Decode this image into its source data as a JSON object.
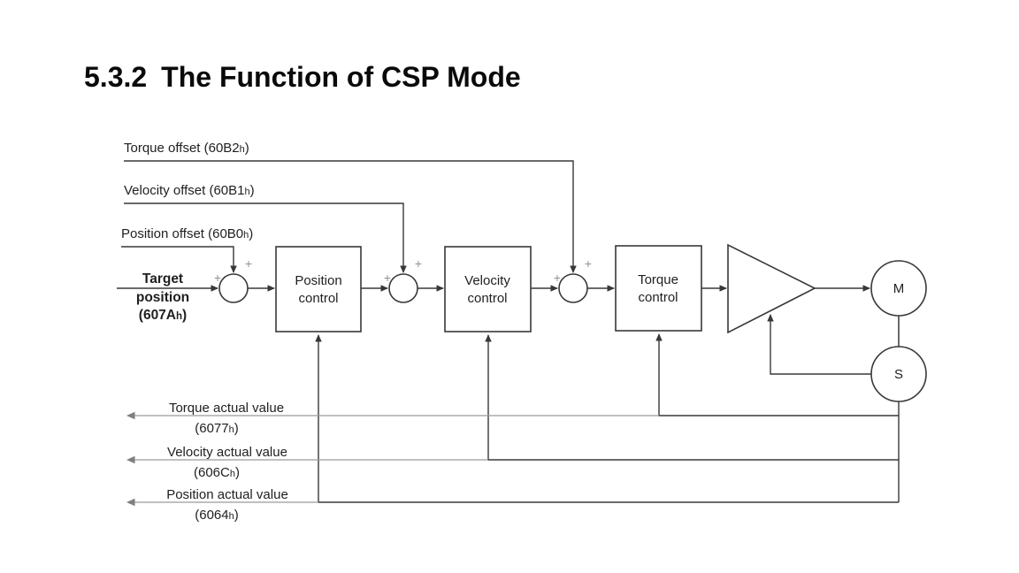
{
  "title": {
    "number": "5.3.2",
    "text": "The Function of CSP Mode"
  },
  "diagram": {
    "offset_inputs": [
      {
        "label": "Torque offset (60B2",
        "sub": "h",
        "suffix": ")"
      },
      {
        "label": "Velocity offset (60B1",
        "sub": "h",
        "suffix": ")"
      },
      {
        "label": "Position offset (60B0",
        "sub": "h",
        "suffix": ")"
      }
    ],
    "target_input": {
      "line1": "Target",
      "line2": "position",
      "code": "(607A",
      "sub": "h",
      "suffix": ")"
    },
    "sum_plus": "+",
    "blocks": [
      {
        "line1": "Position",
        "line2": "control"
      },
      {
        "line1": "Velocity",
        "line2": "control"
      },
      {
        "line1": "Torque",
        "line2": "control"
      }
    ],
    "motor": "M",
    "sensor": "S",
    "feedback_outputs": [
      {
        "label": "Torque actual value",
        "code": "(6077",
        "sub": "h",
        "suffix": ")"
      },
      {
        "label": "Velocity actual value",
        "code": "(606C",
        "sub": "h",
        "suffix": ")"
      },
      {
        "label": "Position actual value",
        "code": "(6064",
        "sub": "h",
        "suffix": ")"
      }
    ],
    "colors": {
      "line": "#383838",
      "feedback_line": "#9a9a9a",
      "feedback_arrow": "#7f7f7f",
      "plus": "#8b919c",
      "text": "#1f1f1f"
    }
  }
}
